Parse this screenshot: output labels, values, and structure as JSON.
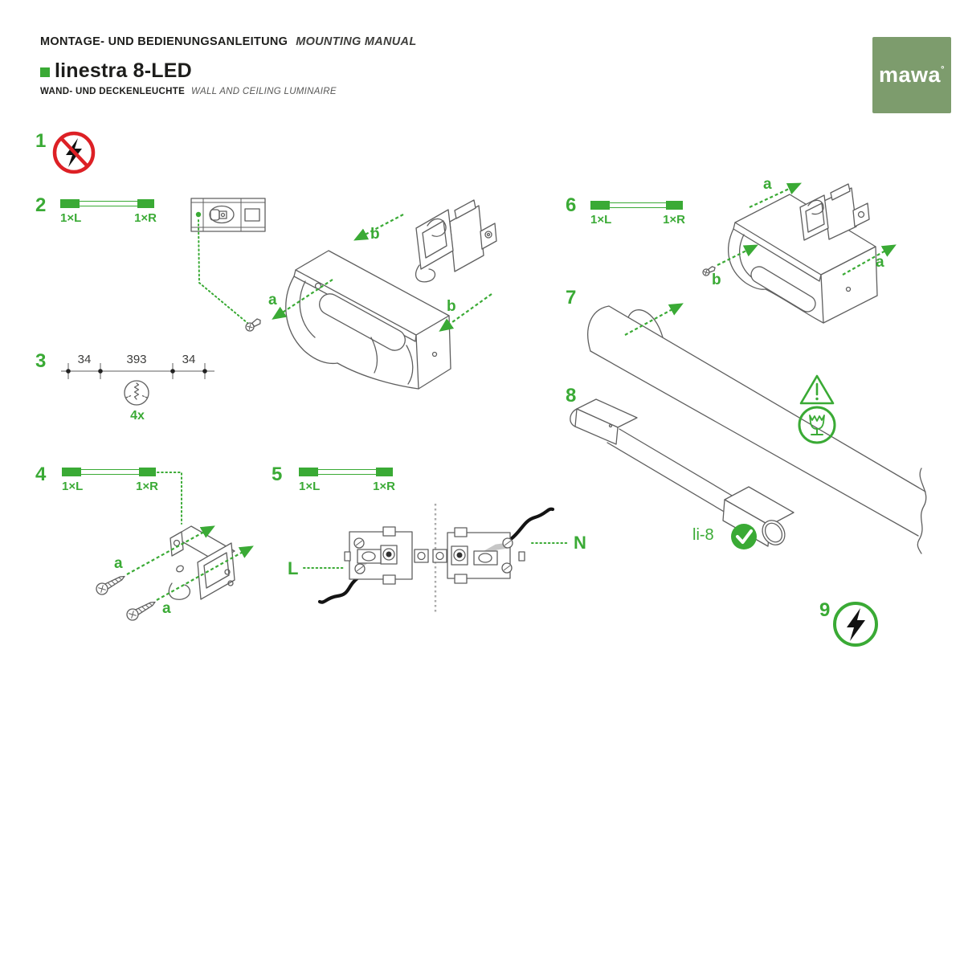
{
  "colors": {
    "green": "#3aaa35",
    "logo_green": "#7d9c6d",
    "red": "#dd2025",
    "line_art": "#5f5f5f",
    "dark": "#1d1d1b"
  },
  "header": {
    "title_de": "MONTAGE- UND BEDIENUNGSANLEITUNG",
    "title_en": "MOUNTING MANUAL",
    "product": "linestra 8-LED",
    "subtitle_de": "WAND- UND DECKENLEUCHTE",
    "subtitle_en": "WALL AND CEILING LUMINAIRE",
    "logo": "mawa",
    "logo_mark": "°"
  },
  "steps": {
    "s1": "1",
    "s2": "2",
    "s3": "3",
    "s4": "4",
    "s5": "5",
    "s6": "6",
    "s7": "7",
    "s8": "8",
    "s9": "9"
  },
  "bar_labels": {
    "left": "1×L",
    "right": "1×R"
  },
  "dimensions": {
    "d1": "34",
    "d2": "393",
    "d3": "34",
    "screw_count": "4x"
  },
  "annotations": {
    "a": "a",
    "b": "b",
    "L": "L",
    "N": "N",
    "model": "li-8"
  }
}
